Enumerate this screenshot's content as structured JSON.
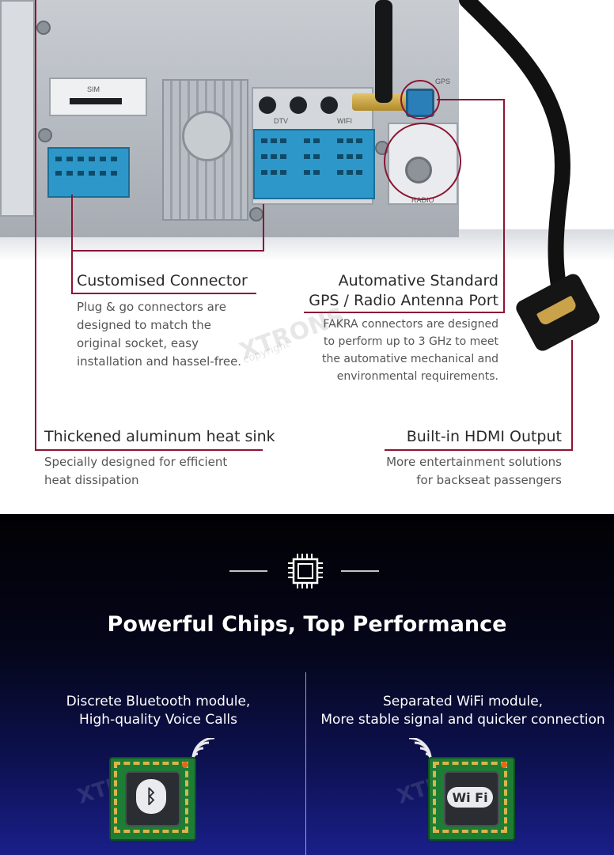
{
  "silk_labels": {
    "sim": "SIM",
    "dtv": "DTV",
    "wifi": "WIFI",
    "gps": "GPS",
    "radio": "RADIO"
  },
  "watermark": {
    "brand": "XTRONS",
    "copyright": "copyright"
  },
  "features": {
    "customised": {
      "title": "Customised Connector",
      "desc": [
        "Plug & go connectors are",
        "designed to match the",
        "original socket, easy",
        "installation and hassel-free."
      ]
    },
    "antenna": {
      "title": [
        "Automative Standard",
        "GPS / Radio Antenna Port"
      ],
      "desc": [
        "FAKRA connectors are designed",
        "to perform up to 3 GHz to meet",
        "the automative mechanical and",
        "environmental requirements."
      ]
    },
    "heatsink": {
      "title": "Thickened aluminum heat sink",
      "desc": [
        "Specially designed for efficient",
        "heat dissipation"
      ]
    },
    "hdmi": {
      "title": "Built-in HDMI Output",
      "desc": [
        "More entertainment solutions",
        "for backseat passengers"
      ]
    }
  },
  "performance": {
    "title": "Powerful Chips, Top Performance",
    "bluetooth": [
      "Discrete Bluetooth module,",
      "High-quality Voice Calls"
    ],
    "wifi": [
      "Separated WiFi module,",
      "More stable signal and quicker connection"
    ],
    "wifi_chip_label": "Wi Fi"
  },
  "colors": {
    "annotation": "#8b1533",
    "bottom_bg": "#0e1255"
  }
}
